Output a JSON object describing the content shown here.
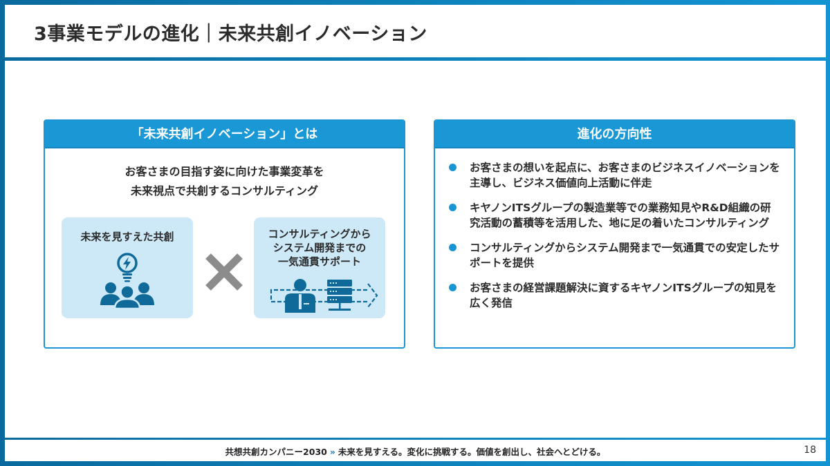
{
  "header": {
    "title": "3事業モデルの進化｜未来共創イノベーション"
  },
  "left_card": {
    "heading": "「未来共創イノベーション」とは",
    "lead_lines": [
      "お客さまの目指す姿に向けた事業変革を",
      "未来視点で共創するコンサルティング"
    ],
    "tiles": [
      {
        "label_lines": [
          "未来を見すえた共創"
        ],
        "icon": "people-lightbulb-icon"
      },
      {
        "label_lines": [
          "コンサルティングから",
          "システム開発までの",
          "一気通貫サポート"
        ],
        "icon": "consultant-server-flow-icon"
      }
    ],
    "operator": "×"
  },
  "right_card": {
    "heading": "進化の方向性",
    "bullets": [
      "お客さまの想いを起点に、お客さまのビジネスイノベーションを主導し、ビジネス価値向上活動に伴走",
      "キヤノンITSグループの製造業等での業務知見やR&D組織の研究活動の蓄積等を活用した、地に足の着いたコンサルティング",
      "コンサルティングからシステム開発まで一気通貫での安定したサポートを提供",
      "お客さまの経営課題解決に資するキヤノンITSグループの知見を広く発信"
    ]
  },
  "footer": {
    "brand": "共想共創カンパニー2030",
    "arrow": "»",
    "slogan": "未来を見すえる。変化に挑戦する。価値を創出し、社会へとどける。",
    "page_number": "18"
  },
  "colors": {
    "frame": "#0e86c0",
    "accent": "#1a98d5",
    "tile_bg": "#cde9f7",
    "icon": "#0f6a9a",
    "operator": "#8c8c8c"
  }
}
